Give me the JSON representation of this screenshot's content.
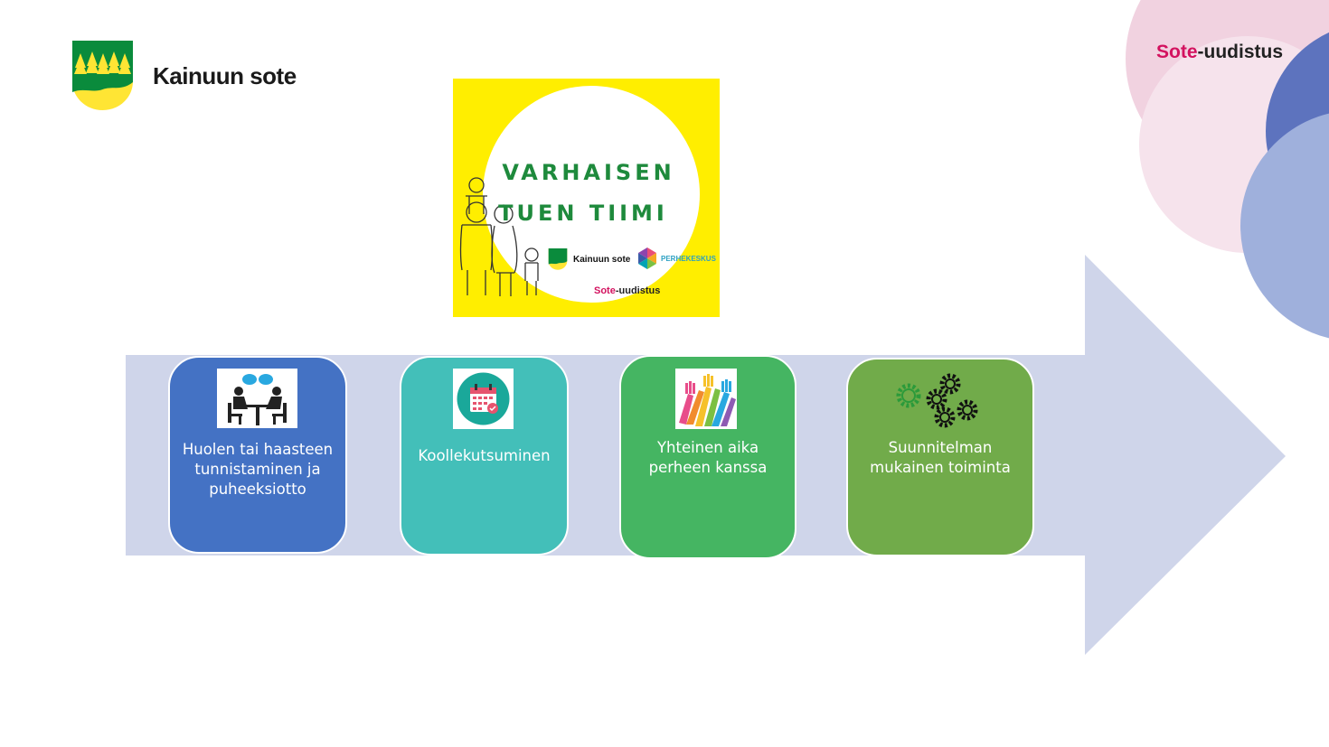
{
  "header": {
    "org_name": "Kainuun sote",
    "brand_prefix": "Sote",
    "brand_suffix": "-uudistus"
  },
  "poster": {
    "title_line1": "VARHAISEN",
    "title_line2": "TUEN TIIMI",
    "logo_text": "Kainuun sote",
    "partner_text": "PERHEKESKUS",
    "brand_prefix": "Sote",
    "brand_suffix": "-uudistus"
  },
  "steps": [
    {
      "label": "Huolen tai haasteen tunnistaminen ja puheeksiotto",
      "icon": "discussion-icon"
    },
    {
      "label": "Koollekutsuminen",
      "icon": "calendar-icon"
    },
    {
      "label": "Yhteinen aika perheen kanssa",
      "icon": "raised-hands-icon"
    },
    {
      "label": "Suunnitelman mukainen toiminta",
      "icon": "gears-icon"
    }
  ],
  "colors": {
    "step1": "#4472c4",
    "step2": "#43bfb9",
    "step3": "#45b562",
    "step4": "#71ab4a",
    "arrow": "#cfd5ea",
    "brand_pink": "#d3125f",
    "poster_yellow": "#ffee00",
    "poster_green": "#1e8a3c"
  }
}
